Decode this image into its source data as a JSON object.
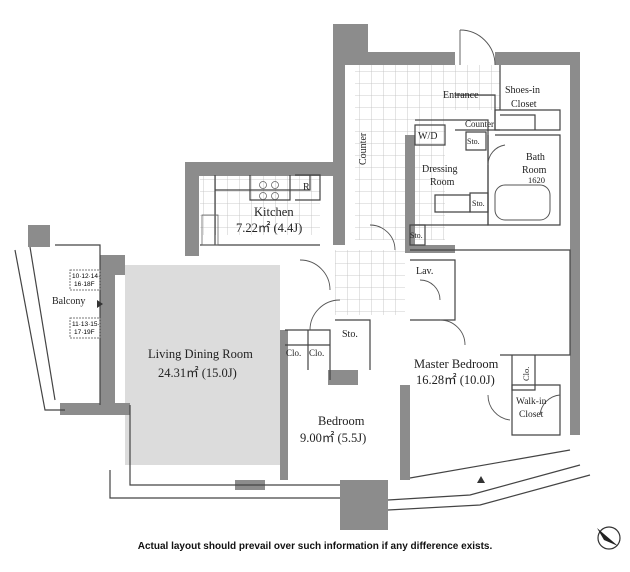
{
  "rooms": {
    "entrance": "Entrance",
    "shoes_closet_1": "Shoes-in",
    "shoes_closet_2": "Closet",
    "counter_entrance": "Counter",
    "counter_hall": "Counter",
    "wd": "W/D",
    "sto": "Sto.",
    "dressing_1": "Dressing",
    "dressing_2": "Room",
    "bath_1": "Bath",
    "bath_2": "Room",
    "bath_size": "1620",
    "kitchen": "Kitchen",
    "kitchen_area": "7.22㎡ (4.4J)",
    "fridge": "R",
    "lav": "Lav.",
    "balcony": "Balcony",
    "balcony_floors_1a": "10·12·14·",
    "balcony_floors_1b": "16·18F",
    "balcony_floors_2a": "11·13·15·",
    "balcony_floors_2b": "17·19F",
    "ldr": "Living Dining Room",
    "ldr_area": "24.31㎡ (15.0J)",
    "clo": "Clo.",
    "bedroom": "Bedroom",
    "bedroom_area": "9.00㎡ (5.5J)",
    "master": "Master Bedroom",
    "master_area": "16.28㎡ (10.0J)",
    "walkin_1": "Walk-in",
    "walkin_2": "Closet"
  },
  "disclaimer": "Actual layout should prevail over such information if any difference exists.",
  "colors": {
    "wall": "#8c8c8c",
    "living_fill": "#dcdcdc",
    "line": "#444444",
    "tile": "#bdbdbd"
  }
}
